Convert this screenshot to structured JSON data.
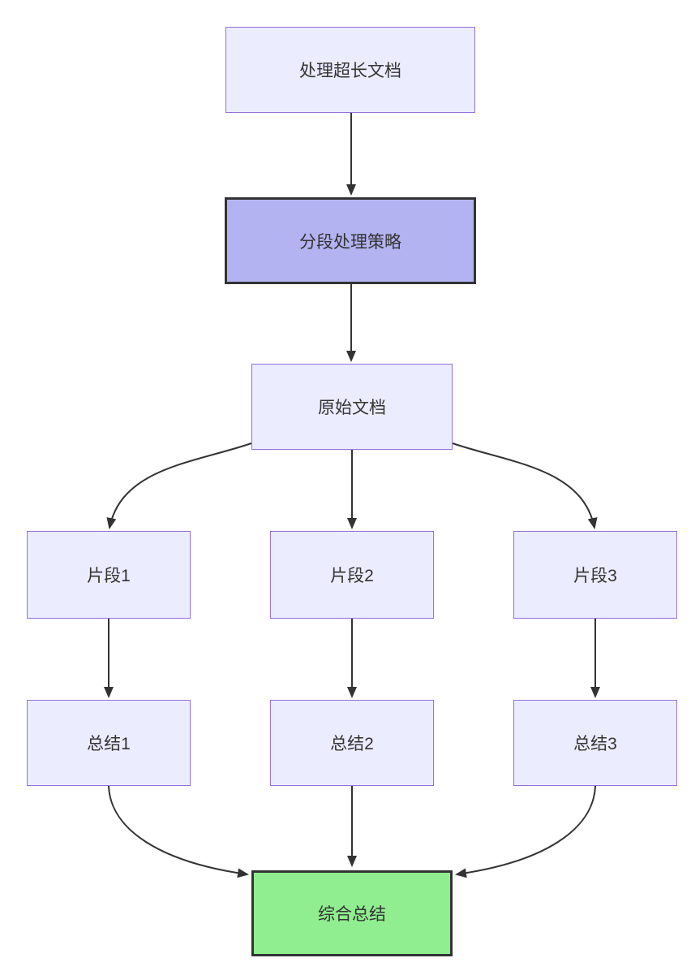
{
  "diagram": {
    "kind": "flowchart-top-down",
    "nodes": [
      {
        "id": "A",
        "label": "处理超长文档",
        "style": "default"
      },
      {
        "id": "B",
        "label": "分段处理策略",
        "style": "highlight"
      },
      {
        "id": "C",
        "label": "原始文档",
        "style": "default"
      },
      {
        "id": "D",
        "label": "片段1",
        "style": "default"
      },
      {
        "id": "E",
        "label": "片段2",
        "style": "default"
      },
      {
        "id": "F",
        "label": "片段3",
        "style": "default"
      },
      {
        "id": "G",
        "label": "总结1",
        "style": "default"
      },
      {
        "id": "H",
        "label": "总结2",
        "style": "default"
      },
      {
        "id": "I",
        "label": "总结3",
        "style": "default"
      },
      {
        "id": "J",
        "label": "综合总结",
        "style": "success"
      }
    ],
    "edges": [
      {
        "from": "A",
        "to": "B",
        "arrow": "triangle"
      },
      {
        "from": "B",
        "to": "C",
        "arrow": "triangle"
      },
      {
        "from": "C",
        "to": "D",
        "arrow": "triangle"
      },
      {
        "from": "C",
        "to": "E",
        "arrow": "triangle"
      },
      {
        "from": "C",
        "to": "F",
        "arrow": "triangle"
      },
      {
        "from": "D",
        "to": "G",
        "arrow": "triangle"
      },
      {
        "from": "E",
        "to": "H",
        "arrow": "triangle"
      },
      {
        "from": "F",
        "to": "I",
        "arrow": "triangle"
      },
      {
        "from": "G",
        "to": "J",
        "arrow": "triangle"
      },
      {
        "from": "H",
        "to": "J",
        "arrow": "triangle"
      },
      {
        "from": "I",
        "to": "J",
        "arrow": "triangle"
      }
    ],
    "colors": {
      "node-fill": "#ECECFF",
      "node-border": "#9370DB",
      "highlight-fill": "#B3B3F1",
      "highlight-border": "#333333",
      "success-fill": "#90EE90",
      "success-border": "#333333",
      "edge-color": "#333333",
      "text-color": "#333333",
      "background": "#ffffff"
    }
  }
}
